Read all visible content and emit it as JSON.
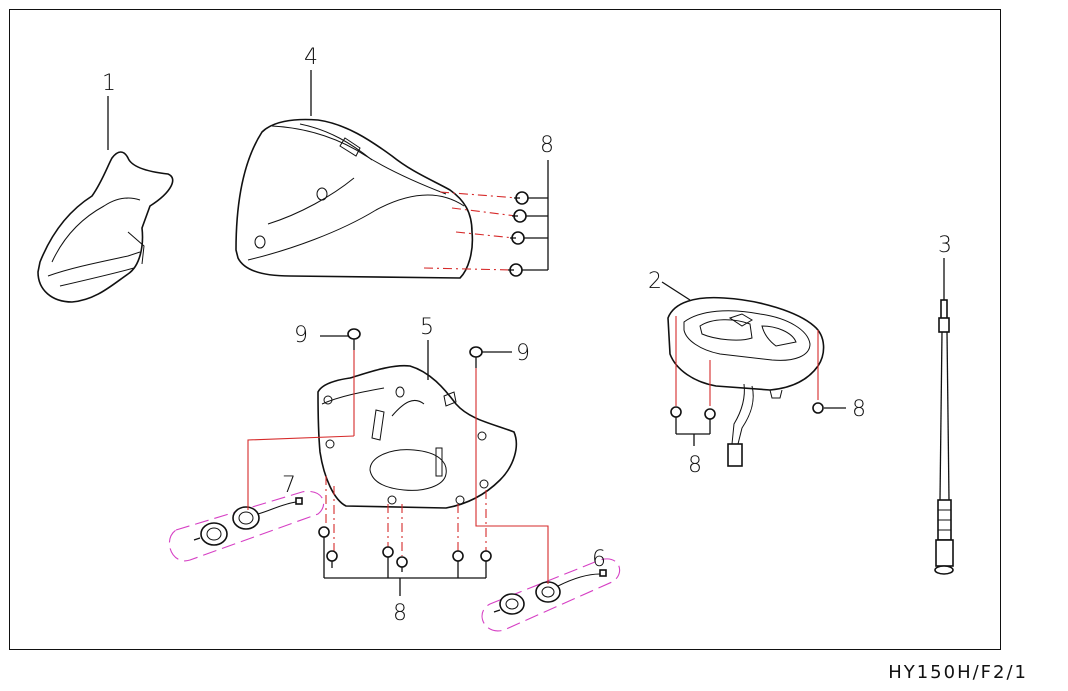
{
  "diagram": {
    "drawing_code": "HY150H/F2/1",
    "callouts": {
      "c1": "1",
      "c2": "2",
      "c3": "3",
      "c4": "4",
      "c5": "5",
      "c6": "6",
      "c7": "7",
      "c8_top": "8",
      "c8_gauge_right": "8",
      "c8_gauge_bottom": "8",
      "c8_bottom": "8",
      "c9_left": "9",
      "c9_right": "9"
    },
    "colors": {
      "leader_red": "#d62a2a",
      "group_magenta": "#d63fc4",
      "line": "#111111"
    }
  }
}
